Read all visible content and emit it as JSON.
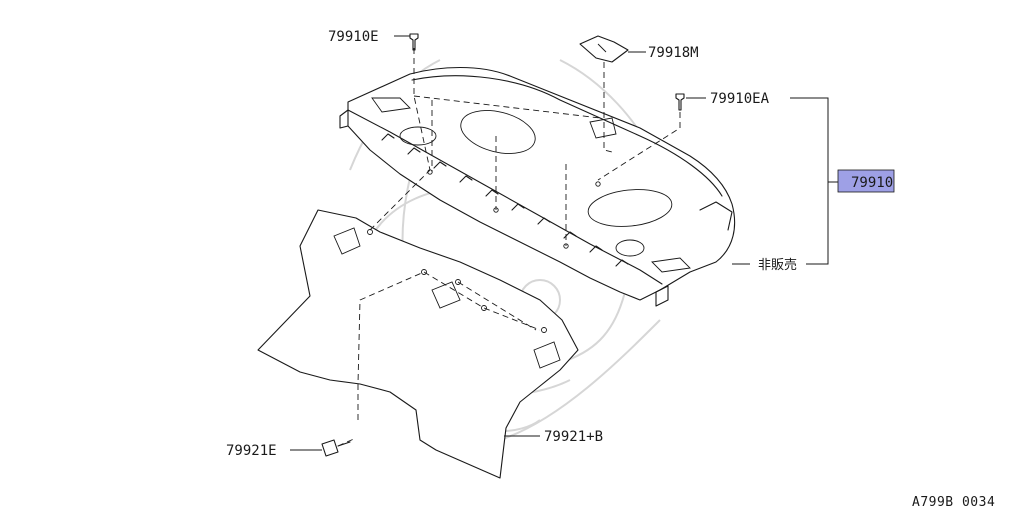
{
  "labels": {
    "p79910E": "79910E",
    "p79918M": "79918M",
    "p79910EA": "79910EA",
    "p79910": "79910",
    "not_for_sale": "非販売",
    "p79921E": "79921E",
    "p79921B": "79921+B"
  },
  "figure_ref": "A799B 0034",
  "colors": {
    "highlight": "#9ea0e6",
    "line": "#1a1a1a",
    "watermark": "#d6d6d6"
  }
}
